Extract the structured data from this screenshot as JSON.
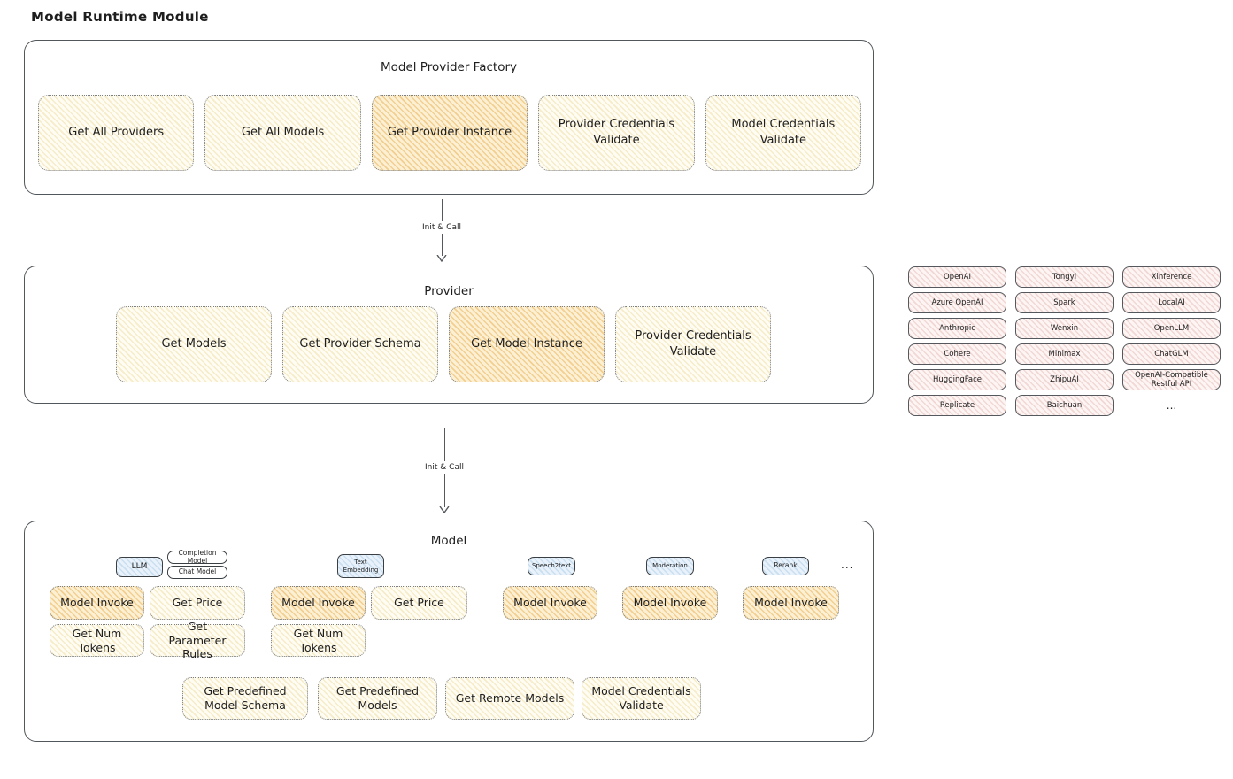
{
  "title": "Model Runtime Module",
  "factory": {
    "title": "Model Provider Factory",
    "buttons": [
      {
        "label": "Get All Providers",
        "variant": "yellow"
      },
      {
        "label": "Get All Models",
        "variant": "yellow"
      },
      {
        "label": "Get Provider Instance",
        "variant": "orange"
      },
      {
        "label": "Provider Credentials Validate",
        "variant": "yellow"
      },
      {
        "label": "Model Credentials Validate",
        "variant": "yellow"
      }
    ]
  },
  "arrow1": {
    "label": "Init & Call"
  },
  "arrow2": {
    "label": "Init & Call"
  },
  "provider": {
    "title": "Provider",
    "buttons": [
      {
        "label": "Get Models",
        "variant": "yellow"
      },
      {
        "label": "Get Provider Schema",
        "variant": "yellow"
      },
      {
        "label": "Get Model Instance",
        "variant": "orange"
      },
      {
        "label": "Provider Credentials Validate",
        "variant": "yellow"
      }
    ]
  },
  "providers_grid": {
    "items": [
      "OpenAI",
      "Tongyi",
      "Xinference",
      "Azure OpenAI",
      "Spark",
      "LocalAI",
      "Anthropic",
      "Wenxin",
      "OpenLLM",
      "Cohere",
      "Minimax",
      "ChatGLM",
      "HuggingFace",
      "ZhipuAI",
      "OpenAI-Compatible Restful API",
      "Replicate",
      "Baichuan",
      "..."
    ]
  },
  "model": {
    "title": "Model",
    "tags": {
      "llm": "LLM",
      "completion_model": "Completion Model",
      "chat_model": "Chat Model",
      "text_embedding": "Text Embedding",
      "speech2text": "Speech2text",
      "moderation": "Moderation",
      "rerank": "Rerank",
      "more": "..."
    },
    "buttons": {
      "llm_model_invoke": "Model Invoke",
      "llm_get_price": "Get Price",
      "llm_get_num_tokens": "Get Num Tokens",
      "llm_get_parameter_rules": "Get Parameter Rules",
      "embedding_model_invoke": "Model Invoke",
      "embedding_get_price": "Get Price",
      "embedding_get_num_tokens": "Get Num Tokens",
      "speech2text_model_invoke": "Model Invoke",
      "moderation_model_invoke": "Model Invoke",
      "rerank_model_invoke": "Model Invoke",
      "get_predefined_model_schema": "Get Predefined Model Schema",
      "get_predefined_models": "Get Predefined Models",
      "get_remote_models": "Get Remote Models",
      "model_credentials_validate": "Model Credentials Validate"
    }
  },
  "colors": {
    "accent_yellow": "#f7ecc9",
    "accent_orange": "#f2cf90",
    "accent_pink": "#f2d8d5",
    "accent_blue": "#cadff0",
    "stroke": "#52575c"
  }
}
